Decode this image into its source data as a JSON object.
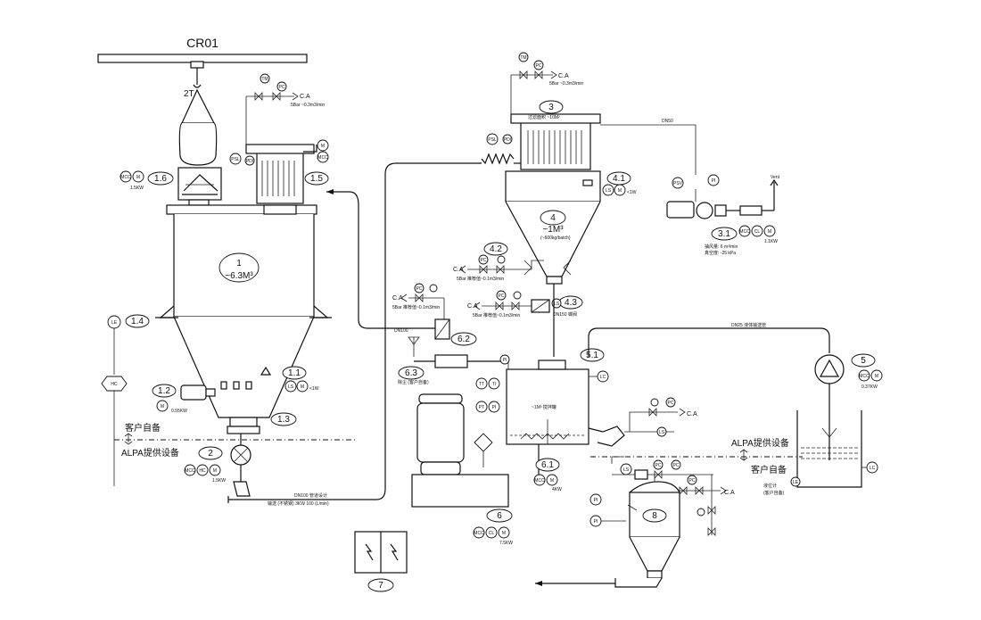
{
  "crane": {
    "label": "CR01",
    "capacity": "2T"
  },
  "equipment": {
    "e1": {
      "tag": "1",
      "volume": "~6.3M³"
    },
    "e1_1": {
      "tag": "1.1"
    },
    "e1_2": {
      "tag": "1.2"
    },
    "e1_3": {
      "tag": "1.3"
    },
    "e1_4": {
      "tag": "1.4"
    },
    "e1_5": {
      "tag": "1.5"
    },
    "e1_6": {
      "tag": "1.6"
    },
    "e2": {
      "tag": "2"
    },
    "e3": {
      "tag": "3"
    },
    "e4": {
      "tag": "4",
      "volume": "~1M³"
    },
    "e4_1": {
      "tag": "4.1"
    },
    "e4_2": {
      "tag": "4.2"
    },
    "e4_3": {
      "tag": "4.3"
    },
    "e5": {
      "tag": "5"
    },
    "e5_1": {
      "tag": "5.1"
    },
    "e6": {
      "tag": "6"
    },
    "e6_1": {
      "tag": "6.1"
    },
    "e6_2": {
      "tag": "6.2"
    },
    "e6_3": {
      "tag": "6.3"
    },
    "e7": {
      "tag": "7"
    },
    "e8": {
      "tag": "8"
    },
    "e3_1": {
      "tag": "3.1"
    }
  },
  "utilities": {
    "ca": "C.A",
    "air_spec": "5Bar ~0.3m3/min",
    "air_spec_b": "5Bar 推荐值~0.1m3/min",
    "vent": "Vent"
  },
  "boundary": {
    "client": "客户自备",
    "alpa": "ALPA提供设备"
  },
  "instruments": {
    "tm": "TM",
    "pc": "PC",
    "psl": "PSL",
    "pdi": "PDI",
    "le": "LE",
    "ls": "LS",
    "psv": "PSV",
    "pi": "PI",
    "m": "M",
    "mcc": "MCC",
    "cl": "CL",
    "lc": "LC",
    "fi": "FI",
    "tt": "TT",
    "pt": "PT",
    "ti": "TI",
    "hc": "HC"
  },
  "powers": {
    "p1_6": "1.5KW",
    "p1_2": "0.55KW",
    "p2": "1.5KW",
    "p5": "0.37KW",
    "p6": "7.5KW",
    "p6_1": "4KW",
    "p3_1": "1.1KW",
    "p1_1": "<1W",
    "p4_1": "<1W"
  }
}
